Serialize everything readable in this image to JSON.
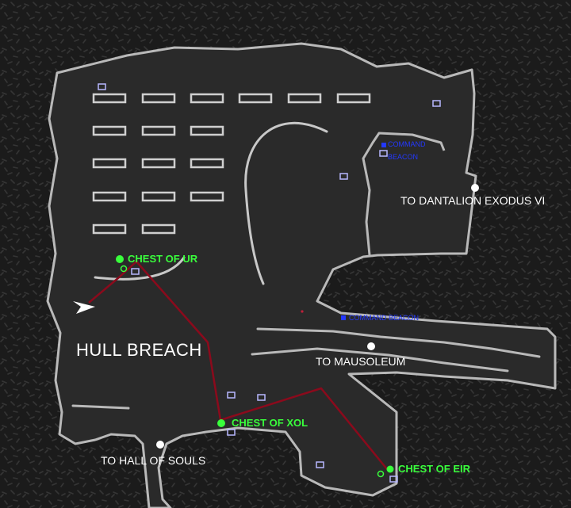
{
  "map": {
    "area_name": "HULL BREACH",
    "exits": [
      {
        "id": "dantalion",
        "label": "TO DANTALION EXODUS VI"
      },
      {
        "id": "mausoleum",
        "label": "TO MAUSOLEUM"
      },
      {
        "id": "hall",
        "label": "TO HALL OF SOULS"
      }
    ],
    "chests": [
      {
        "id": "ur",
        "label": "CHEST OF UR"
      },
      {
        "id": "xol",
        "label": "CHEST OF XOL"
      },
      {
        "id": "eir",
        "label": "CHEST OF EIR"
      }
    ],
    "beacons": [
      {
        "id": "b1",
        "label_line1": "COMMAND",
        "label_line2": "BEACON"
      },
      {
        "id": "b2",
        "label": "COMMAND BEACON"
      }
    ]
  },
  "colors": {
    "background": "#1b1b1b",
    "floor": "#2a2a2a",
    "wall": "#b9b9b9",
    "structure": "#cfcfcf",
    "chest": "#39ff3c",
    "beacon": "#2338ff",
    "route": "#8b0a1c",
    "exit_marker": "#ffffff",
    "player_arrow": "#ffffff"
  }
}
